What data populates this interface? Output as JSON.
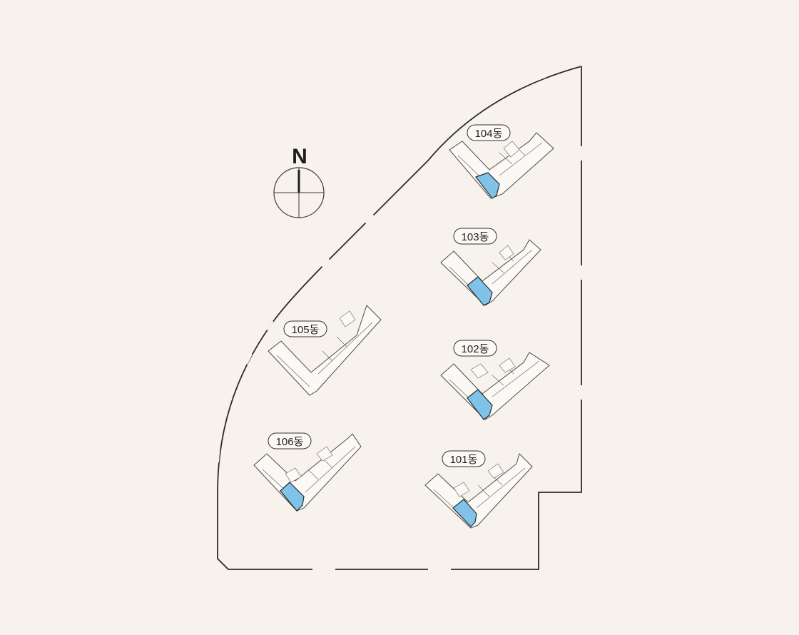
{
  "compass": {
    "letter": "N"
  },
  "colors": {
    "background": "#f7f3ec",
    "highlight_unit": "#7fc3e8",
    "outline": "#2b2b2b"
  },
  "buildings": [
    {
      "id": "b104",
      "label": "104동",
      "has_highlight": true
    },
    {
      "id": "b103",
      "label": "103동",
      "has_highlight": true
    },
    {
      "id": "b102",
      "label": "102동",
      "has_highlight": true
    },
    {
      "id": "b101",
      "label": "101동",
      "has_highlight": true
    },
    {
      "id": "b105",
      "label": "105동",
      "has_highlight": false
    },
    {
      "id": "b106",
      "label": "106동",
      "has_highlight": true
    }
  ]
}
